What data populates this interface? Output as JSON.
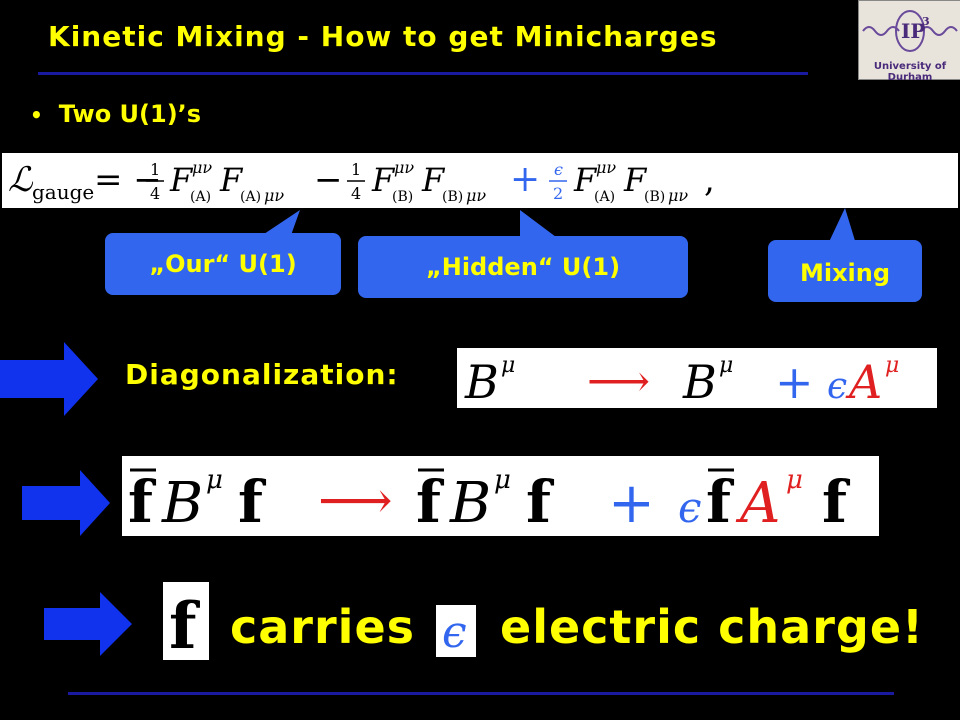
{
  "slide": {
    "title": "Kinetic Mixing - How to get Minicharges",
    "bullet": "Two U(1)’s",
    "callouts": {
      "our": "„Our“ U(1)",
      "hidden": "„Hidden“ U(1)",
      "mixing": "Mixing"
    },
    "diagonalization_label": "Diagonalization:",
    "conclusion": {
      "carries": "carries",
      "electric_charge": "electric charge!"
    }
  },
  "logo": {
    "mark": "IP",
    "superscript": "3",
    "caption": "University of Durham"
  },
  "colors": {
    "background": "#000000",
    "title_text": "#ffff00",
    "rule": "#1a1aa0",
    "callout_fill": "#3366ee",
    "arrow_fill": "#1133ee",
    "math_red": "#e02020",
    "math_blue": "#3366ee"
  }
}
